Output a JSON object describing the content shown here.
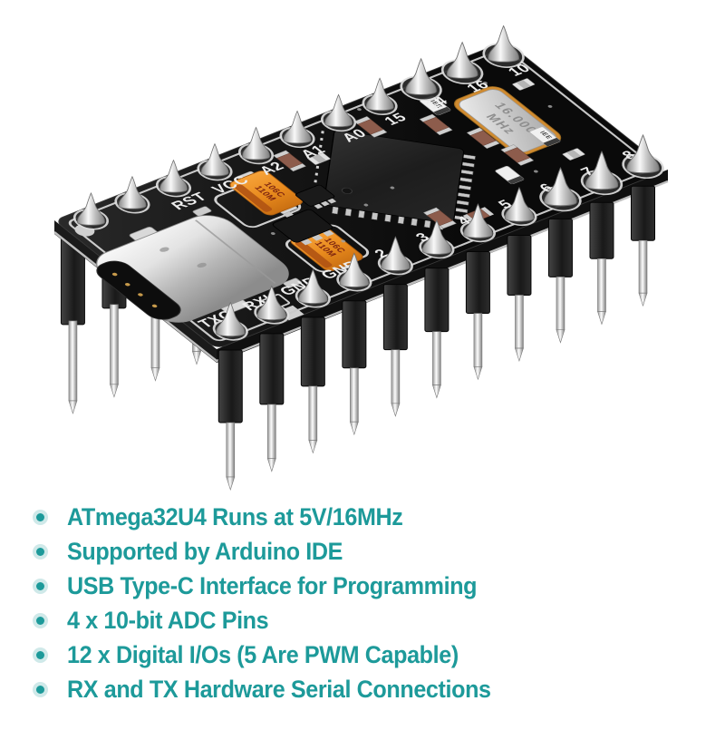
{
  "product": {
    "accent_color": "#1d9a9a",
    "bullet_ring_color": "#cfe9e9",
    "features": [
      "ATmega32U4 Runs at 5V/16MHz",
      "Supported by Arduino IDE",
      "USB Type-C Interface for Programming",
      "4 x 10-bit ADC Pins",
      "12 x Digital I/Os (5 Are PWM Capable)",
      "RX and TX Hardware Serial Connections"
    ]
  },
  "board": {
    "top_pin_labels": [
      "",
      "",
      "RST",
      "VCC",
      "A2",
      "A1",
      "A0",
      "15",
      "14",
      "16",
      "10"
    ],
    "bottom_pin_labels": [
      "TXO",
      "RXI",
      "GND",
      "GND",
      "2",
      "3",
      "4",
      "5",
      "6",
      "7",
      "8"
    ],
    "crystal_marking": [
      "16.000",
      "MHz"
    ],
    "capacitor_marking": [
      "106C",
      "110M"
    ],
    "led_marking": "IEE"
  }
}
